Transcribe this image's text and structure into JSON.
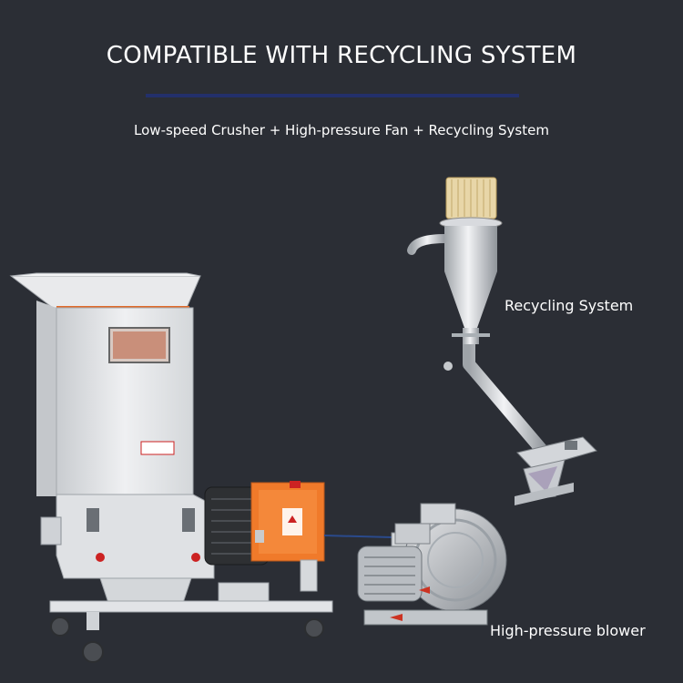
{
  "heading": {
    "title": "COMPATIBLE WITH RECYCLING SYSTEM",
    "subtitle": "Low-speed Crusher + High-pressure Fan + Recycling System"
  },
  "labels": {
    "recycling": "Recycling System",
    "blower": "High-pressure blower"
  },
  "colors": {
    "background": "#2b2e35",
    "accent_rule": "#23306b",
    "machine_body": "#e4e6e9",
    "control_box": "#f07a2a",
    "text": "#ffffff"
  }
}
